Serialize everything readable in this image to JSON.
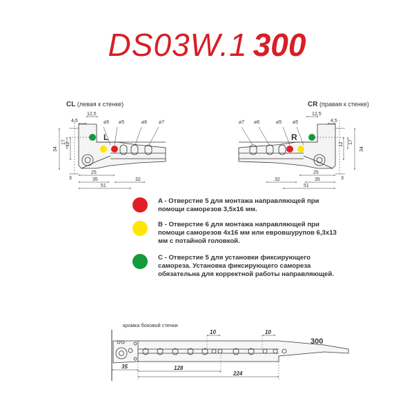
{
  "title": {
    "model": "DS03W.1",
    "size": "300"
  },
  "left_view": {
    "code": "CL",
    "desc": "(левая к стенке)",
    "letter": "L"
  },
  "right_view": {
    "code": "CR",
    "desc": "(правая к стенке)",
    "letter": "R"
  },
  "dimensions": {
    "d12_5": "12,5",
    "d4_5": "4,5",
    "d5": "5",
    "d34": "34",
    "d17": "17",
    "d12": "12",
    "d25": "25",
    "d35": "35",
    "d51": "51",
    "d32": "32",
    "d3": "3",
    "phi5": "⌀5",
    "phi6": "⌀6",
    "phi7": "⌀7"
  },
  "legend": [
    {
      "color": "#e01e24",
      "text": "A - Отверстие 5 для монтажа направляющей при помощи саморезов 3,5х16 мм."
    },
    {
      "color": "#ffe600",
      "text": "B - Отверстие 6 для монтажа направляющей при помощи саморезов 4х16 мм или евровшурупов 6,3х13 мм с потайной головкой."
    },
    {
      "color": "#159a3c",
      "text": "C - Отверстие 5 для установки фиксирующего самореза. Установка фиксирующего самореза обязательна для корректной работы направляющей."
    }
  ],
  "bottom": {
    "edge_label": "кромка боковой стенки",
    "length": "300",
    "d10a": "10",
    "d10b": "10",
    "d35": "35",
    "d128": "128",
    "d224": "224"
  }
}
